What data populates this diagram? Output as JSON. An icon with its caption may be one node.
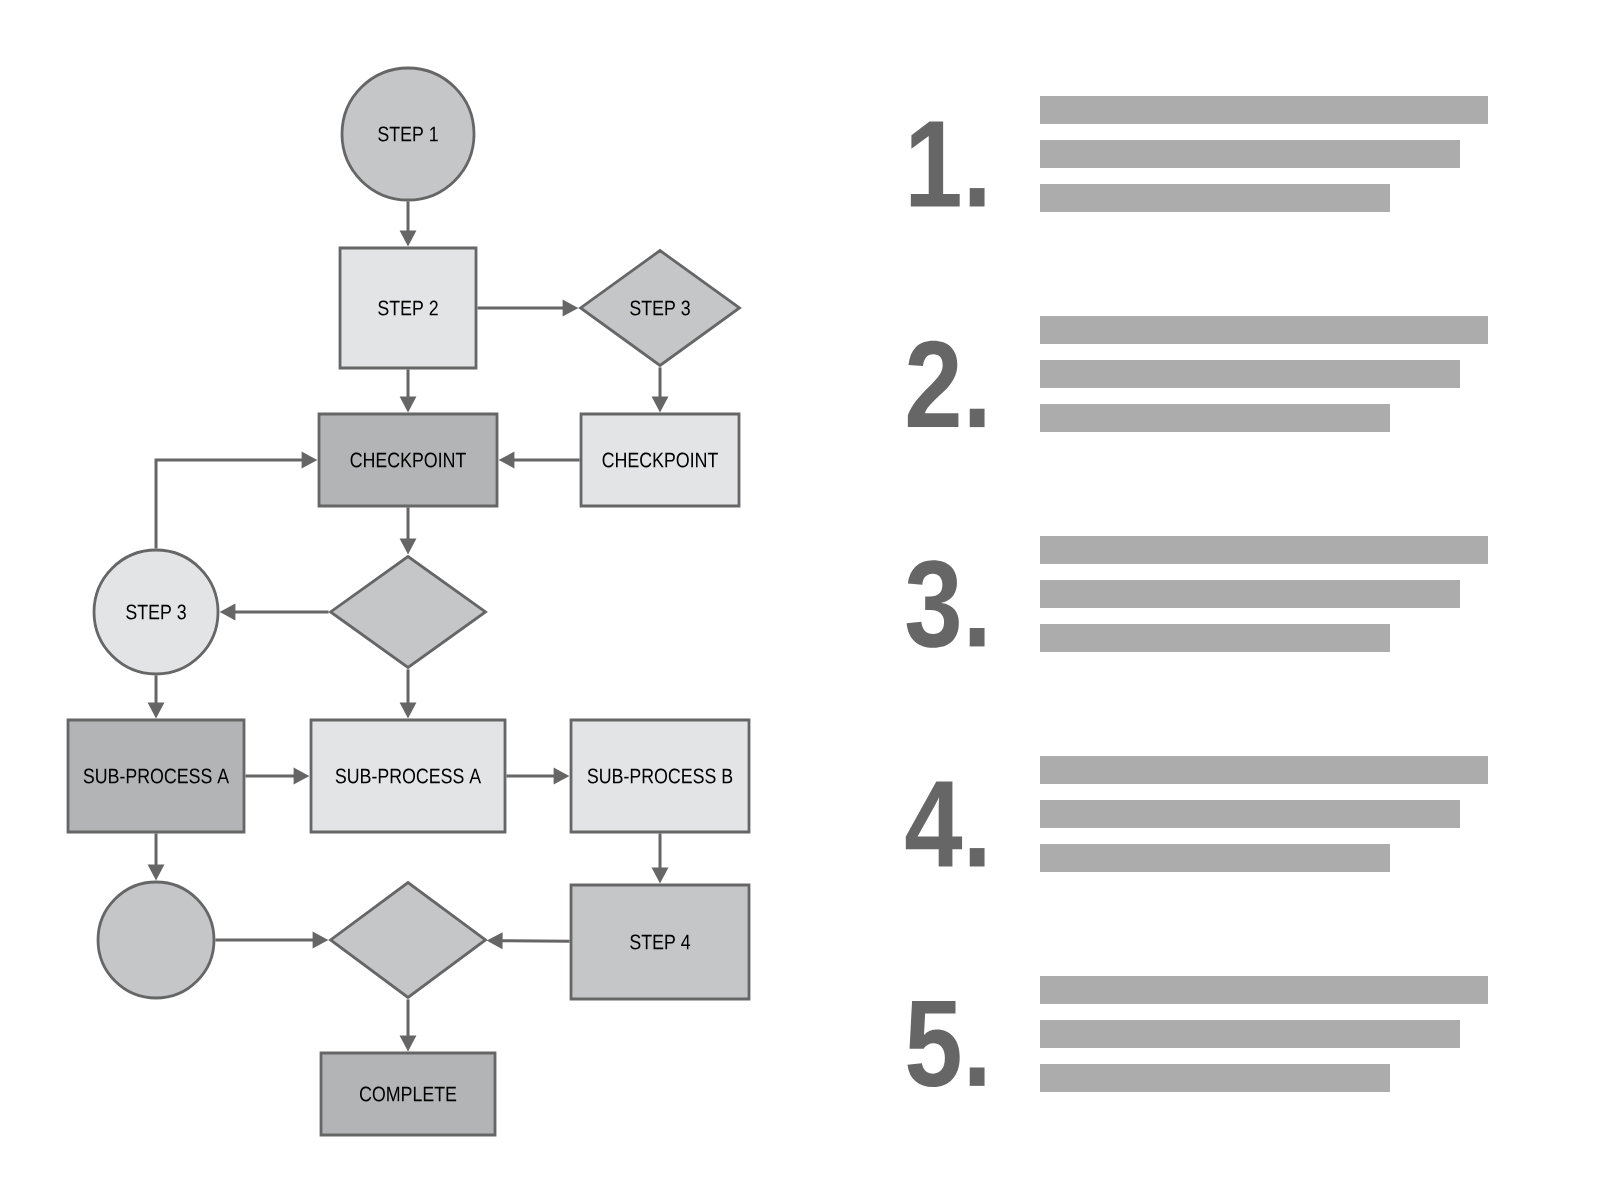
{
  "diagram": {
    "nodes": [
      {
        "text": [
          "STEP 1"
        ]
      },
      {
        "text": [
          "STEP 2"
        ]
      },
      {
        "text": [
          "STEP 3"
        ]
      },
      {
        "text": [
          "CHECKPOINT"
        ]
      },
      {
        "text": [
          "CHECKPOINT"
        ]
      },
      {
        "text": [],
        "shape": "diamond"
      },
      {
        "text": [
          "STEP 3"
        ]
      },
      {
        "text": [
          "SUB-PROCESS A"
        ]
      },
      {
        "text": [
          "SUB-PROCESS A"
        ]
      },
      {
        "text": [
          "SUB-PROCESS B"
        ]
      },
      {
        "text": [],
        "shape": "circle"
      },
      {
        "text": [],
        "shape": "diamond"
      },
      {
        "text": [
          "STEP 4"
        ]
      },
      {
        "text": [
          "COMPLETE"
        ]
      }
    ],
    "edges": [
      {
        "from": 0,
        "to": 1,
        "arrow": "to"
      },
      {
        "from": 1,
        "to": 2,
        "arrow": "to"
      },
      {
        "from": 1,
        "to": 3,
        "arrow": "to"
      },
      {
        "from": 2,
        "to": 4,
        "arrow": "to"
      },
      {
        "from": 4,
        "to": 3,
        "arrow": "to"
      },
      {
        "from": 6,
        "to": 3,
        "arrow": "to"
      },
      {
        "from": 3,
        "to": 5,
        "arrow": "to"
      },
      {
        "from": 5,
        "to": 6,
        "arrow": "to"
      },
      {
        "from": 5,
        "to": 8,
        "arrow": "to"
      },
      {
        "from": 6,
        "to": 7,
        "arrow": "to"
      },
      {
        "from": 7,
        "to": 8,
        "arrow": "to"
      },
      {
        "from": 8,
        "to": 9,
        "arrow": "to"
      },
      {
        "from": 7,
        "to": 10,
        "arrow": "to"
      },
      {
        "from": 9,
        "to": 12,
        "arrow": "to"
      },
      {
        "from": 10,
        "to": 11,
        "arrow": "to"
      },
      {
        "from": 12,
        "to": 11,
        "arrow": "to"
      },
      {
        "from": 11,
        "to": 13,
        "arrow": "to"
      }
    ],
    "labels": [
      "1.",
      "2.",
      "3.",
      "4.",
      "5."
    ]
  }
}
